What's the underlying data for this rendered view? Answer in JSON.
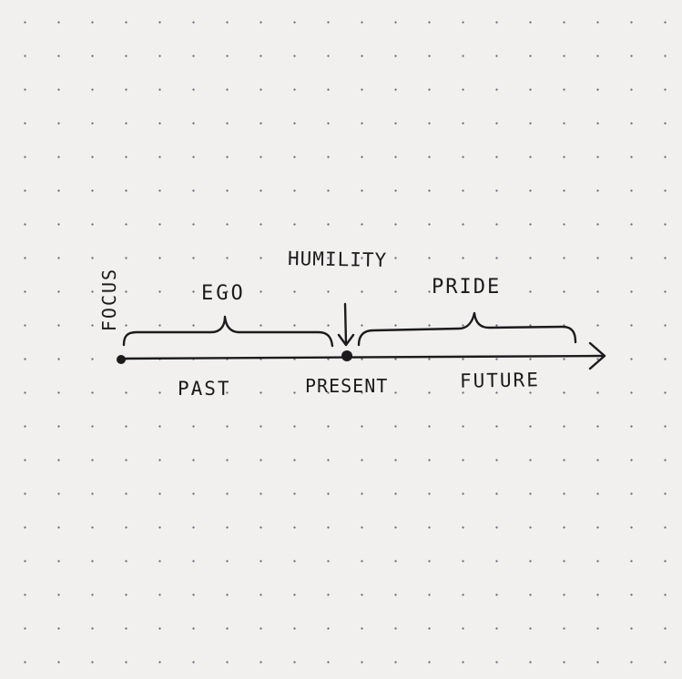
{
  "diagram": {
    "labels": {
      "axis": "FOCUS",
      "ego": "EGO",
      "humility": "HUMILITY",
      "pride": "PRIDE",
      "past": "PAST",
      "present": "PRESENT",
      "future": "FUTURE"
    },
    "colors": {
      "ink": "#1b1b1d",
      "paper": "#f1f0ee",
      "grid_dot": "#6d6f7e"
    }
  }
}
